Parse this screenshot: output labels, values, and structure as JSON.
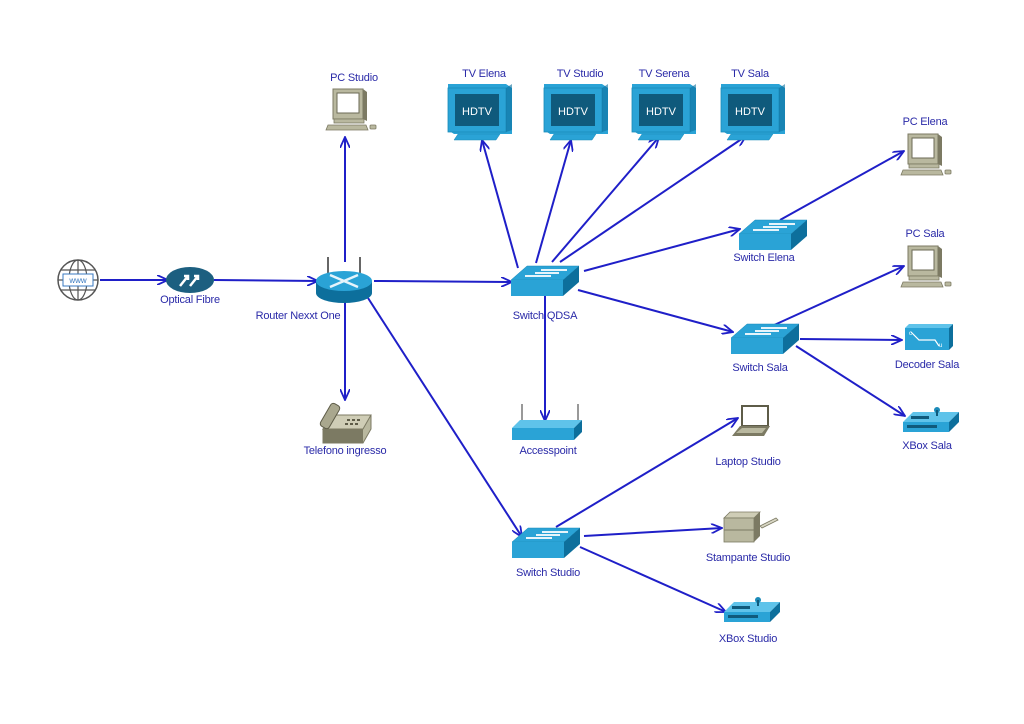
{
  "diagram": {
    "title": "",
    "colors": {
      "link": "#1f1fc8",
      "label": "#2a2aa8",
      "cisco_blue": "#2aa3d6",
      "cisco_dark": "#0d6f9c",
      "beige": "#b9b89f",
      "beige_dark": "#7c7a63"
    },
    "nodes": [
      {
        "id": "internet",
        "label": "",
        "type": "cloud-www"
      },
      {
        "id": "optical",
        "label": "Optical Fibre",
        "type": "modem"
      },
      {
        "id": "router",
        "label": "Router Nexxt One",
        "type": "router"
      },
      {
        "id": "pc_studio",
        "label": "PC Studio",
        "type": "pc"
      },
      {
        "id": "telefono",
        "label": "Telefono ingresso",
        "type": "phone"
      },
      {
        "id": "switch_qdsa",
        "label": "Switch  QDSA",
        "type": "switch"
      },
      {
        "id": "tv_elena",
        "label": "TV Elena",
        "type": "tv"
      },
      {
        "id": "tv_studio",
        "label": "TV Studio",
        "type": "tv"
      },
      {
        "id": "tv_serena",
        "label": "TV Serena",
        "type": "tv"
      },
      {
        "id": "tv_sala",
        "label": "TV Sala",
        "type": "tv"
      },
      {
        "id": "accesspoint",
        "label": "Accesspoint",
        "type": "accesspoint"
      },
      {
        "id": "switch_elena",
        "label": "Switch Elena",
        "type": "switch"
      },
      {
        "id": "switch_sala",
        "label": "Switch Sala",
        "type": "switch"
      },
      {
        "id": "pc_elena",
        "label": "PC Elena",
        "type": "pc"
      },
      {
        "id": "pc_sala",
        "label": "PC Sala",
        "type": "pc"
      },
      {
        "id": "decoder_sala",
        "label": "Decoder Sala",
        "type": "decoder"
      },
      {
        "id": "xbox_sala",
        "label": "XBox Sala",
        "type": "console"
      },
      {
        "id": "switch_studio",
        "label": "Switch Studio",
        "type": "switch"
      },
      {
        "id": "laptop_studio",
        "label": "Laptop Studio",
        "type": "laptop"
      },
      {
        "id": "stampante_studio",
        "label": "Stampante Studio",
        "type": "printer"
      },
      {
        "id": "xbox_studio",
        "label": "XBox Studio",
        "type": "console"
      }
    ],
    "tv_screen_text": "HDTV",
    "www_text": "www",
    "links": [
      [
        "internet",
        "optical"
      ],
      [
        "optical",
        "router"
      ],
      [
        "router",
        "pc_studio"
      ],
      [
        "router",
        "telefono"
      ],
      [
        "router",
        "switch_qdsa"
      ],
      [
        "router",
        "switch_studio"
      ],
      [
        "switch_qdsa",
        "tv_elena"
      ],
      [
        "switch_qdsa",
        "tv_studio"
      ],
      [
        "switch_qdsa",
        "tv_serena"
      ],
      [
        "switch_qdsa",
        "tv_sala"
      ],
      [
        "switch_qdsa",
        "accesspoint"
      ],
      [
        "switch_qdsa",
        "switch_elena"
      ],
      [
        "switch_qdsa",
        "switch_sala"
      ],
      [
        "switch_elena",
        "pc_elena"
      ],
      [
        "switch_sala",
        "pc_sala"
      ],
      [
        "switch_sala",
        "decoder_sala"
      ],
      [
        "switch_sala",
        "xbox_sala"
      ],
      [
        "switch_studio",
        "laptop_studio"
      ],
      [
        "switch_studio",
        "stampante_studio"
      ],
      [
        "switch_studio",
        "xbox_studio"
      ]
    ]
  }
}
